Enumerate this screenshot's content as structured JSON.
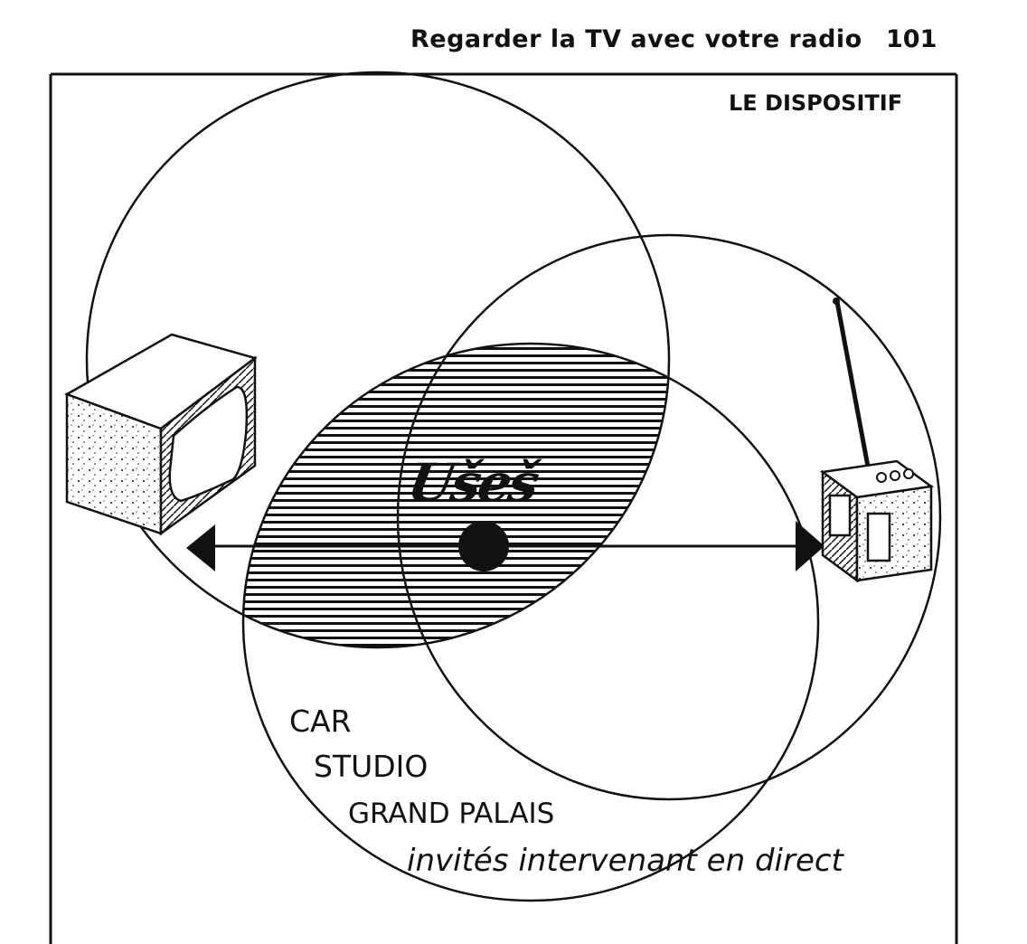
{
  "header": {
    "title": "Regarder la TV avec votre radio",
    "page_number": "101"
  },
  "figure": {
    "label": "LE DISPOSITIF",
    "center_logo_text": "Ušeš",
    "locations": {
      "car": "CAR",
      "studio": "STUDIO",
      "grand_palais": "GRAND PALAIS",
      "guests": "invités intervenant en direct"
    },
    "icons": [
      "television-icon",
      "radio-icon"
    ]
  },
  "colors": {
    "ink": "#111111",
    "paper": "#ffffff"
  }
}
